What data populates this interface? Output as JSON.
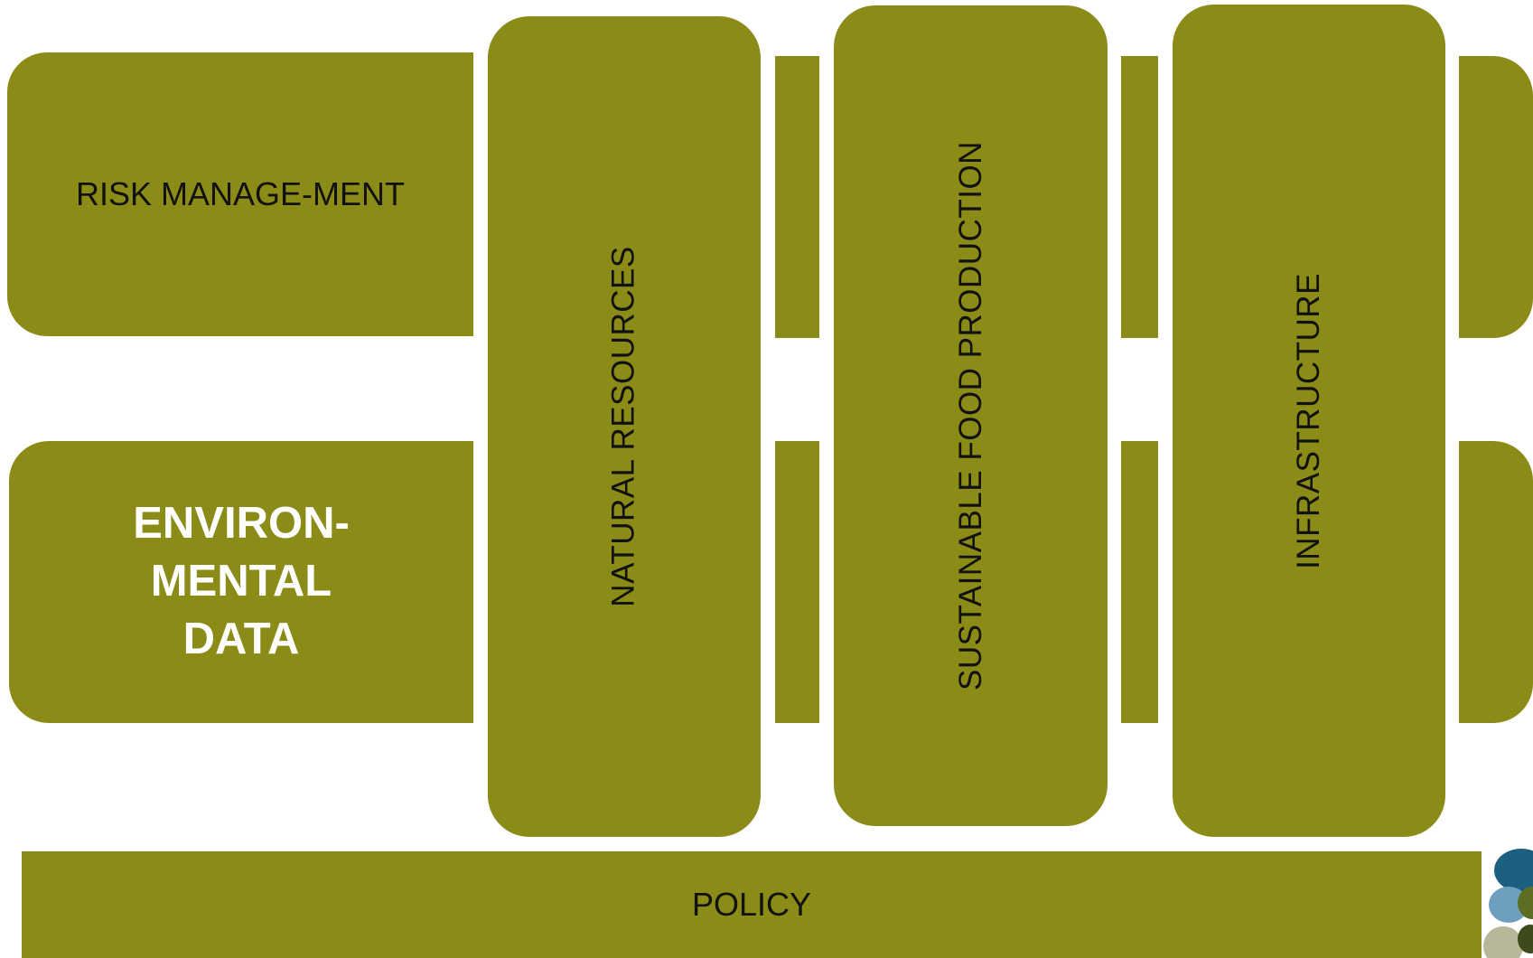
{
  "colors": {
    "block": "#8b8b17",
    "background": "#ffffff",
    "logo_blue": "#1c5f80",
    "logo_light_blue": "#6f9fbe",
    "logo_green": "#5d6e23",
    "logo_beige": "#b8b79a"
  },
  "rows": {
    "top": {
      "label": "RISK MANAGE-MENT"
    },
    "bottom": {
      "label_lines": [
        "ENVIRON-",
        "MENTAL",
        "DATA"
      ]
    }
  },
  "pillars": [
    {
      "label": "NATURAL RESOURCES"
    },
    {
      "label": "SUSTAINABLE FOOD PRODUCTION"
    },
    {
      "label": "INFRASTRUCTURE"
    }
  ],
  "base": {
    "label": "POLICY"
  },
  "icons": {
    "logo": "circles-logo-icon"
  }
}
